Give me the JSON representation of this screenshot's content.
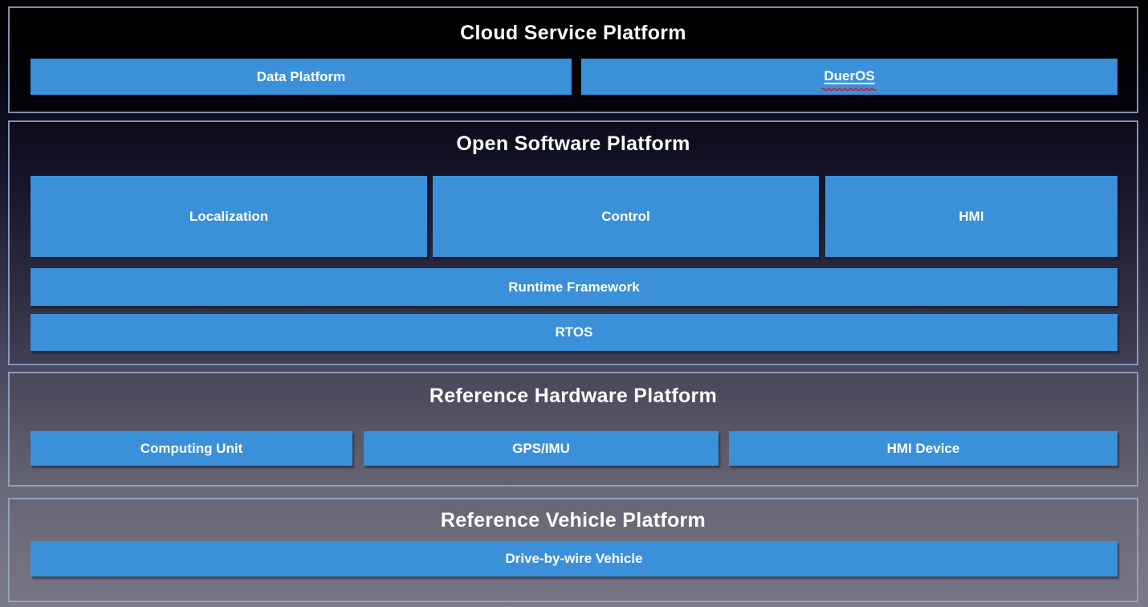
{
  "diagram": {
    "sections": [
      {
        "title": "Cloud Service Platform",
        "boxes": [
          {
            "label": "Data Platform"
          },
          {
            "label": "DuerOS",
            "spellcheck_underline": true
          }
        ]
      },
      {
        "title": "Open Software Platform",
        "boxes": [
          {
            "label": "Localization"
          },
          {
            "label": "Control"
          },
          {
            "label": "HMI"
          },
          {
            "label": "Runtime Framework"
          },
          {
            "label": "RTOS"
          }
        ]
      },
      {
        "title": "Reference Hardware Platform",
        "boxes": [
          {
            "label": "Computing Unit"
          },
          {
            "label": "GPS/IMU"
          },
          {
            "label": "HMI Device"
          }
        ]
      },
      {
        "title": "Reference Vehicle Platform",
        "boxes": [
          {
            "label": "Drive-by-wire Vehicle"
          }
        ]
      }
    ]
  },
  "colors": {
    "box_fill": "#3a90d9",
    "box_text": "#ffffff",
    "title_text": "#ffffff",
    "section_border": "#94a8d0",
    "background_top": "#010102",
    "background_bottom": "#7d7b88",
    "spellcheck_underline_red": "#e01010"
  }
}
